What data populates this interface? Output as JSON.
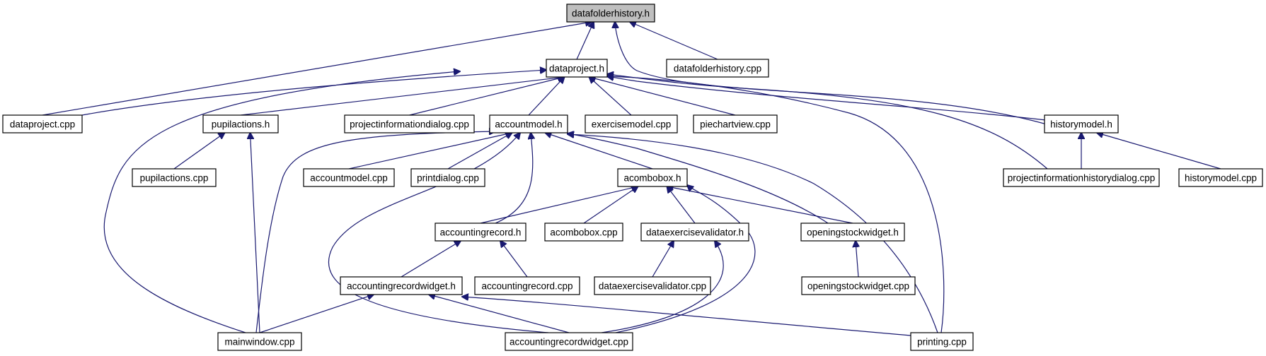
{
  "graph": {
    "nodes": [
      {
        "id": "datafolderhistory_h",
        "label": "datafolderhistory.h",
        "root": true
      },
      {
        "id": "datafolderhistory_cpp",
        "label": "datafolderhistory.cpp"
      },
      {
        "id": "dataproject_h",
        "label": "dataproject.h"
      },
      {
        "id": "dataproject_cpp",
        "label": "dataproject.cpp"
      },
      {
        "id": "pupilactions_h",
        "label": "pupilactions.h"
      },
      {
        "id": "projectinformationdialog_cpp",
        "label": "projectinformationdialog.cpp"
      },
      {
        "id": "accountmodel_h",
        "label": "accountmodel.h"
      },
      {
        "id": "exercisemodel_cpp",
        "label": "exercisemodel.cpp"
      },
      {
        "id": "piechartview_cpp",
        "label": "piechartview.cpp"
      },
      {
        "id": "historymodel_h",
        "label": "historymodel.h"
      },
      {
        "id": "pupilactions_cpp",
        "label": "pupilactions.cpp"
      },
      {
        "id": "accountmodel_cpp",
        "label": "accountmodel.cpp"
      },
      {
        "id": "printdialog_cpp",
        "label": "printdialog.cpp"
      },
      {
        "id": "acombobox_h",
        "label": "acombobox.h"
      },
      {
        "id": "projectinformationhistorydialog_cpp",
        "label": "projectinformationhistorydialog.cpp"
      },
      {
        "id": "historymodel_cpp",
        "label": "historymodel.cpp"
      },
      {
        "id": "accountingrecord_h",
        "label": "accountingrecord.h"
      },
      {
        "id": "acombobox_cpp",
        "label": "acombobox.cpp"
      },
      {
        "id": "dataexercisevalidator_h",
        "label": "dataexercisevalidator.h"
      },
      {
        "id": "openingstockwidget_h",
        "label": "openingstockwidget.h"
      },
      {
        "id": "accountingrecordwidget_h",
        "label": "accountingrecordwidget.h"
      },
      {
        "id": "accountingrecord_cpp",
        "label": "accountingrecord.cpp"
      },
      {
        "id": "dataexercisevalidator_cpp",
        "label": "dataexercisevalidator.cpp"
      },
      {
        "id": "openingstockwidget_cpp",
        "label": "openingstockwidget.cpp"
      },
      {
        "id": "mainwindow_cpp",
        "label": "mainwindow.cpp"
      },
      {
        "id": "accountingrecordwidget_cpp",
        "label": "accountingrecordwidget.cpp"
      },
      {
        "id": "printing_cpp",
        "label": "printing.cpp"
      }
    ],
    "edges": [
      {
        "from": "dataproject_h",
        "to": "datafolderhistory_h"
      },
      {
        "from": "datafolderhistory_cpp",
        "to": "datafolderhistory_h"
      },
      {
        "from": "dataproject_cpp",
        "to": "datafolderhistory_h"
      },
      {
        "from": "historymodel_h",
        "to": "datafolderhistory_h"
      },
      {
        "from": "dataproject_cpp",
        "to": "dataproject_h"
      },
      {
        "from": "mainwindow_cpp",
        "to": "dataproject_h"
      },
      {
        "from": "pupilactions_h",
        "to": "dataproject_h"
      },
      {
        "from": "projectinformationdialog_cpp",
        "to": "dataproject_h"
      },
      {
        "from": "accountmodel_h",
        "to": "dataproject_h"
      },
      {
        "from": "exercisemodel_cpp",
        "to": "dataproject_h"
      },
      {
        "from": "piechartview_cpp",
        "to": "dataproject_h"
      },
      {
        "from": "historymodel_h",
        "to": "dataproject_h"
      },
      {
        "from": "projectinformationhistorydialog_cpp",
        "to": "dataproject_h"
      },
      {
        "from": "printing_cpp",
        "to": "dataproject_h"
      },
      {
        "from": "pupilactions_cpp",
        "to": "pupilactions_h"
      },
      {
        "from": "mainwindow_cpp",
        "to": "pupilactions_h"
      },
      {
        "from": "accountmodel_cpp",
        "to": "accountmodel_h"
      },
      {
        "from": "printdialog_cpp",
        "to": "accountmodel_h"
      },
      {
        "from": "accountingrecord_h",
        "to": "accountmodel_h"
      },
      {
        "from": "acombobox_h",
        "to": "accountmodel_h"
      },
      {
        "from": "openingstockwidget_h",
        "to": "accountmodel_h"
      },
      {
        "from": "mainwindow_cpp",
        "to": "accountmodel_h"
      },
      {
        "from": "accountingrecordwidget_cpp",
        "to": "accountmodel_h"
      },
      {
        "from": "printing_cpp",
        "to": "accountmodel_h"
      },
      {
        "from": "projectinformationhistorydialog_cpp",
        "to": "historymodel_h"
      },
      {
        "from": "historymodel_cpp",
        "to": "historymodel_h"
      },
      {
        "from": "accountingrecord_h",
        "to": "acombobox_h"
      },
      {
        "from": "acombobox_cpp",
        "to": "acombobox_h"
      },
      {
        "from": "dataexercisevalidator_h",
        "to": "acombobox_h"
      },
      {
        "from": "openingstockwidget_h",
        "to": "acombobox_h"
      },
      {
        "from": "accountingrecordwidget_cpp",
        "to": "acombobox_h"
      },
      {
        "from": "accountingrecordwidget_h",
        "to": "accountingrecord_h"
      },
      {
        "from": "accountingrecord_cpp",
        "to": "accountingrecord_h"
      },
      {
        "from": "dataexercisevalidator_cpp",
        "to": "dataexercisevalidator_h"
      },
      {
        "from": "accountingrecordwidget_cpp",
        "to": "dataexercisevalidator_h"
      },
      {
        "from": "openingstockwidget_cpp",
        "to": "openingstockwidget_h"
      },
      {
        "from": "mainwindow_cpp",
        "to": "accountingrecordwidget_h"
      },
      {
        "from": "accountingrecordwidget_cpp",
        "to": "accountingrecordwidget_h"
      },
      {
        "from": "printing_cpp",
        "to": "accountingrecordwidget_h"
      }
    ]
  }
}
